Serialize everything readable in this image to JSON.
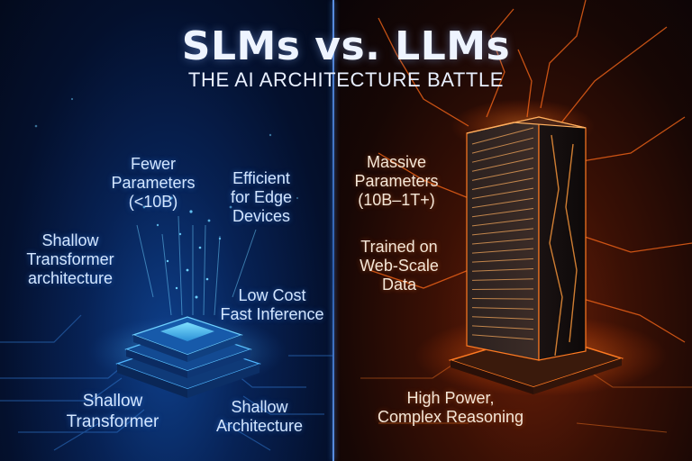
{
  "title": "SLMs vs. LLMs",
  "subtitle": "THE AI ARCHITECTURE BATTLE",
  "slm": {
    "fewer_parameters": [
      "Fewer",
      "Parameters",
      "(<10B)"
    ],
    "efficient_edge": [
      "Efficient",
      "for Edge",
      "Devices"
    ],
    "shallow_transformer_architecture": [
      "Shallow",
      "Transformer",
      "architecture"
    ],
    "low_cost": [
      "Low Cost",
      "Fast Inference"
    ],
    "shallow_transformer": [
      "Shallow",
      "Transformer"
    ],
    "shallow_architecture": [
      "Shallow",
      "Architecture"
    ]
  },
  "llm": {
    "massive_parameters": [
      "Massive",
      "Parameters",
      "(10B–1T+)"
    ],
    "trained_web_scale": [
      "Trained on",
      "Web-Scale",
      "Data"
    ],
    "high_power": [
      "High Power,",
      "Complex Reasoning"
    ]
  },
  "colors": {
    "slm_accent": "#3fa8ff",
    "llm_accent": "#ff7a1f",
    "title": "#eef4ff"
  }
}
